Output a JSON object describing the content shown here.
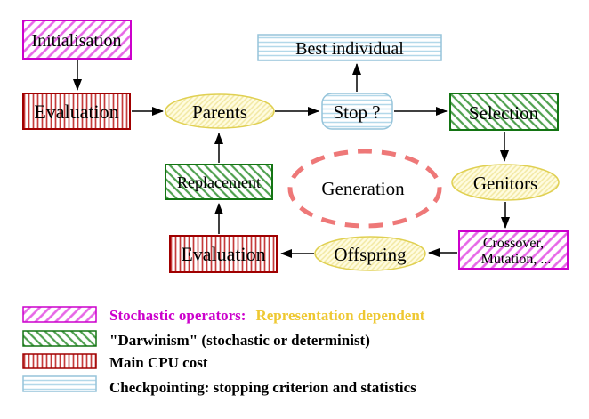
{
  "diagram": {
    "title_implicit": "Evolutionary algorithm loop",
    "nodes": {
      "initialisation": "Initialisation",
      "evaluation_top": "Evaluation",
      "parents": "Parents",
      "best_individual": "Best individual",
      "stop": "Stop ?",
      "selection": "Selection",
      "replacement": "Replacement",
      "generation": "Generation",
      "genitors": "Genitors",
      "crossover_line1": "Crossover,",
      "crossover_line2": "Mutation, ...",
      "offspring": "Offspring",
      "evaluation_bottom": "Evaluation"
    },
    "edges": [
      {
        "from": "initialisation",
        "to": "evaluation_top"
      },
      {
        "from": "evaluation_top",
        "to": "parents"
      },
      {
        "from": "parents",
        "to": "stop"
      },
      {
        "from": "stop",
        "to": "best_individual"
      },
      {
        "from": "stop",
        "to": "selection"
      },
      {
        "from": "selection",
        "to": "genitors"
      },
      {
        "from": "genitors",
        "to": "crossover_mutation"
      },
      {
        "from": "crossover_mutation",
        "to": "offspring"
      },
      {
        "from": "offspring",
        "to": "evaluation_bottom"
      },
      {
        "from": "evaluation_bottom",
        "to": "replacement"
      },
      {
        "from": "replacement",
        "to": "parents"
      }
    ]
  },
  "legend": {
    "stochastic_label": "Stochastic operators:",
    "representation_label": "Representation dependent",
    "darwinism_label": "\"Darwinism\" (stochastic or determinist)",
    "cpu_label": "Main CPU cost",
    "checkpointing_label": "Checkpointing: stopping criterion and statistics"
  },
  "colors": {
    "magenta_border": "#cc00cc",
    "magenta_hatch": "#e767e7",
    "red_border": "#a00000",
    "red_stripe": "#c53b3b",
    "green_border": "#137413",
    "green_hatch": "#4fa04f",
    "yellow_border": "#e0d052",
    "yellow_hatch": "#f2e8a2",
    "yellow_bg": "#fffce0",
    "cyan_border": "#96c4da",
    "cyan_stripe": "#b3d8e9",
    "salmon": "#ee7878",
    "gold_text": "#eec832",
    "green_text": "#137413",
    "red_text": "#cc2222",
    "cyan_text": "#87bede",
    "black": "#000000"
  }
}
